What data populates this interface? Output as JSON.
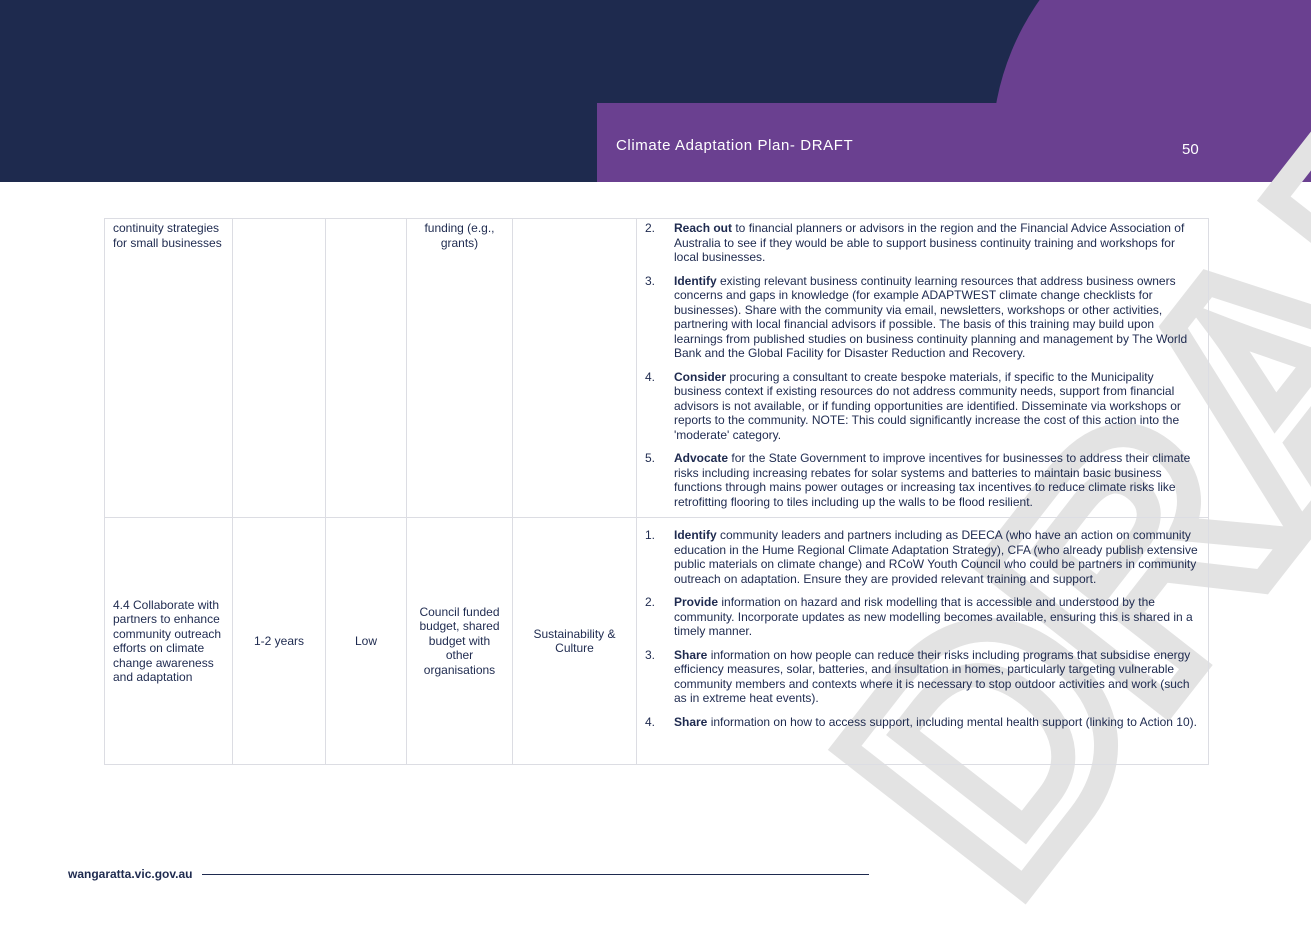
{
  "header": {
    "title": "Climate Adaptation Plan- DRAFT",
    "page_number": "50"
  },
  "watermark": {
    "text": "DRAFT"
  },
  "rows": [
    {
      "action": "continuity strategies for small businesses",
      "timeframe": "",
      "cost": "",
      "funding": "funding (e.g., grants)",
      "lead": "",
      "steps": [
        {
          "num": "2.",
          "bold": "Reach out",
          "text": " to financial planners or advisors in the region and the Financial Advice Association of Australia to see if they would be able to support business continuity training and workshops for local businesses."
        },
        {
          "num": "3.",
          "bold": "Identify",
          "text": " existing relevant business continuity learning resources that address business owners concerns and gaps in knowledge (for example ADAPTWEST climate change checklists for businesses). Share with the community via email, newsletters, workshops or other activities, partnering with local financial advisors if possible. The basis of this training may build upon learnings from published studies on business continuity planning and management by The World Bank and the Global Facility for Disaster Reduction and Recovery."
        },
        {
          "num": "4.",
          "bold": "Consider",
          "text": " procuring a consultant to create bespoke materials, if specific to the Municipality business context if existing resources do not address community needs, support from financial advisors is not available, or if funding opportunities are identified. Disseminate via workshops or reports to the community. NOTE: This could significantly increase the cost of this action into the 'moderate' category."
        },
        {
          "num": "5.",
          "bold": "Advocate",
          "text": " for the State Government to improve incentives for businesses to address their climate risks including increasing rebates for solar systems and batteries to maintain basic business functions through mains power outages or increasing tax incentives to reduce climate risks like retrofitting flooring to tiles including up the walls to be flood resilient."
        }
      ]
    },
    {
      "action": "4.4 Collaborate with partners to enhance community outreach efforts on climate change awareness and adaptation",
      "timeframe": "1-2 years",
      "cost": "Low",
      "funding": "Council funded budget, shared budget with other organisations",
      "lead": "Sustainability & Culture",
      "steps": [
        {
          "num": "1.",
          "bold": "Identify",
          "text": " community leaders and partners including as DEECA (who have an action on community education in the Hume Regional Climate Adaptation Strategy), CFA (who already publish extensive public materials on climate change) and RCoW Youth Council who could be partners in community outreach on adaptation. Ensure they are provided relevant training and support."
        },
        {
          "num": "2.",
          "bold": "Provide",
          "text": " information on hazard and risk modelling that is accessible and understood by the community. Incorporate updates as new modelling becomes available, ensuring this is shared in a timely manner."
        },
        {
          "num": "3.",
          "bold": "Share",
          "text": " information on how people can reduce their risks including programs that subsidise energy efficiency measures, solar, batteries, and insultation in homes, particularly targeting vulnerable community members and contexts where it is necessary to stop outdoor activities and work (such as in extreme heat events)."
        },
        {
          "num": "4.",
          "bold": "Share",
          "text": " information on how to access support, including mental health support (linking to Action 10)."
        }
      ]
    }
  ],
  "footer": {
    "url": "wangaratta.vic.gov.au"
  }
}
